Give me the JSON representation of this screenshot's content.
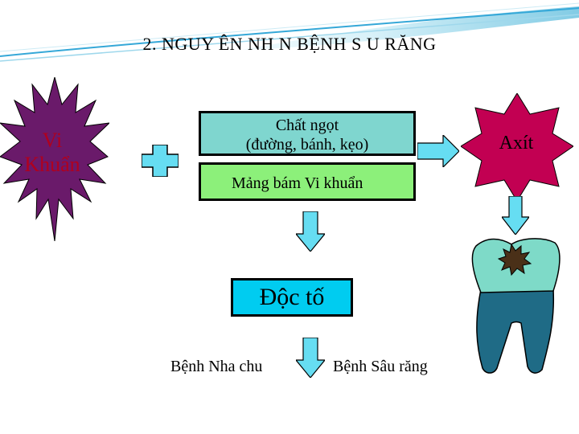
{
  "title": "2. NGUY ÊN NH N BỆNH S U RĂNG",
  "bacteria": {
    "label_line1": "Vi",
    "label_line2": "Khuẩn"
  },
  "sugar": {
    "line1": "Chất ngọt",
    "line2": "(đường, bánh, kẹo)"
  },
  "plaque": {
    "label": "Mảng bám Vi khuẩn"
  },
  "toxin": {
    "label": "Độc tố"
  },
  "acid": {
    "label": "Axít"
  },
  "diseases": {
    "left": "Bệnh Nha chu",
    "right": "Bệnh Sâu răng"
  },
  "colors": {
    "star_fill": "#6a1a6a",
    "label_red": "#b0001e",
    "sugar_box": "#7fd6cf",
    "plaque_box": "#8cf07a",
    "toxin_box": "#00ccf0",
    "arrow_fill": "#66ddf2",
    "acid_fill": "#c20052",
    "tooth_crown": "#7edac8",
    "tooth_root": "#1f6b86",
    "cavity": "#4a3018"
  }
}
